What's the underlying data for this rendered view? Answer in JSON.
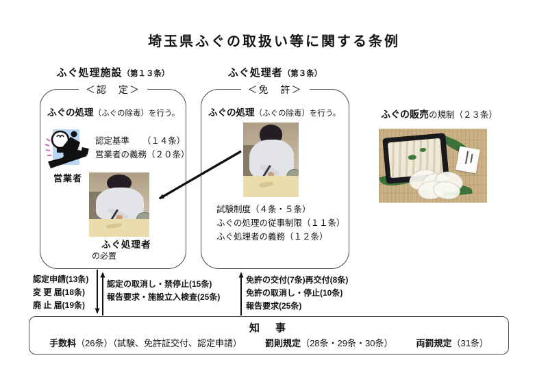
{
  "page": {
    "title": "埼玉県ふぐの取扱い等に関する条例"
  },
  "facility_box": {
    "title": "ふぐ処理施設",
    "title_article": "（第１３条）",
    "subtitle": "＜認　定＞",
    "action_bold": "ふぐの処理",
    "action_rest": "（ふぐの除毒）を行う。",
    "operator_label": "営業者",
    "items": [
      "認定基準　　（１４条）",
      "営業者の義務（２０条）"
    ],
    "caption_bold": "ふぐ処理者",
    "caption_rest": "の必置"
  },
  "handler_box": {
    "title": "ふぐ処理者",
    "title_article": "（第３条）",
    "subtitle": "＜免　許＞",
    "action_bold": "ふぐの処理",
    "action_rest": "（ふぐの除毒）を行う。",
    "items": [
      "試験制度（４条・５条）",
      "ふぐの処理の従事制限（１１条）",
      "ふぐ処理者の義務（１２条）"
    ]
  },
  "sales": {
    "heading_bold": "ふぐの販売",
    "heading_rest": "の規制（２３条）"
  },
  "connectors": {
    "facility_submit": [
      "認定申請(13条)",
      "変 更 届(18条)",
      "廃 止 届(19条)"
    ],
    "facility_actions": [
      "認定の取消し・禁停止(15条)",
      "報告要求・施設立入検査(25条)"
    ],
    "handler_actions": [
      "免許の交付(7条)再交付(8条)",
      "免許の取消し・停止(10条)",
      "報告要求(25条)"
    ]
  },
  "governor_box": {
    "title": "知　事",
    "items": [
      {
        "bold": "手数料",
        "rest": "（26条）（試験、免許証交付、認定申請）"
      },
      {
        "bold": "罰則規定",
        "rest": "（28条・29条・30条）"
      },
      {
        "bold": "両罰規定",
        "rest": "（31条）"
      }
    ]
  }
}
